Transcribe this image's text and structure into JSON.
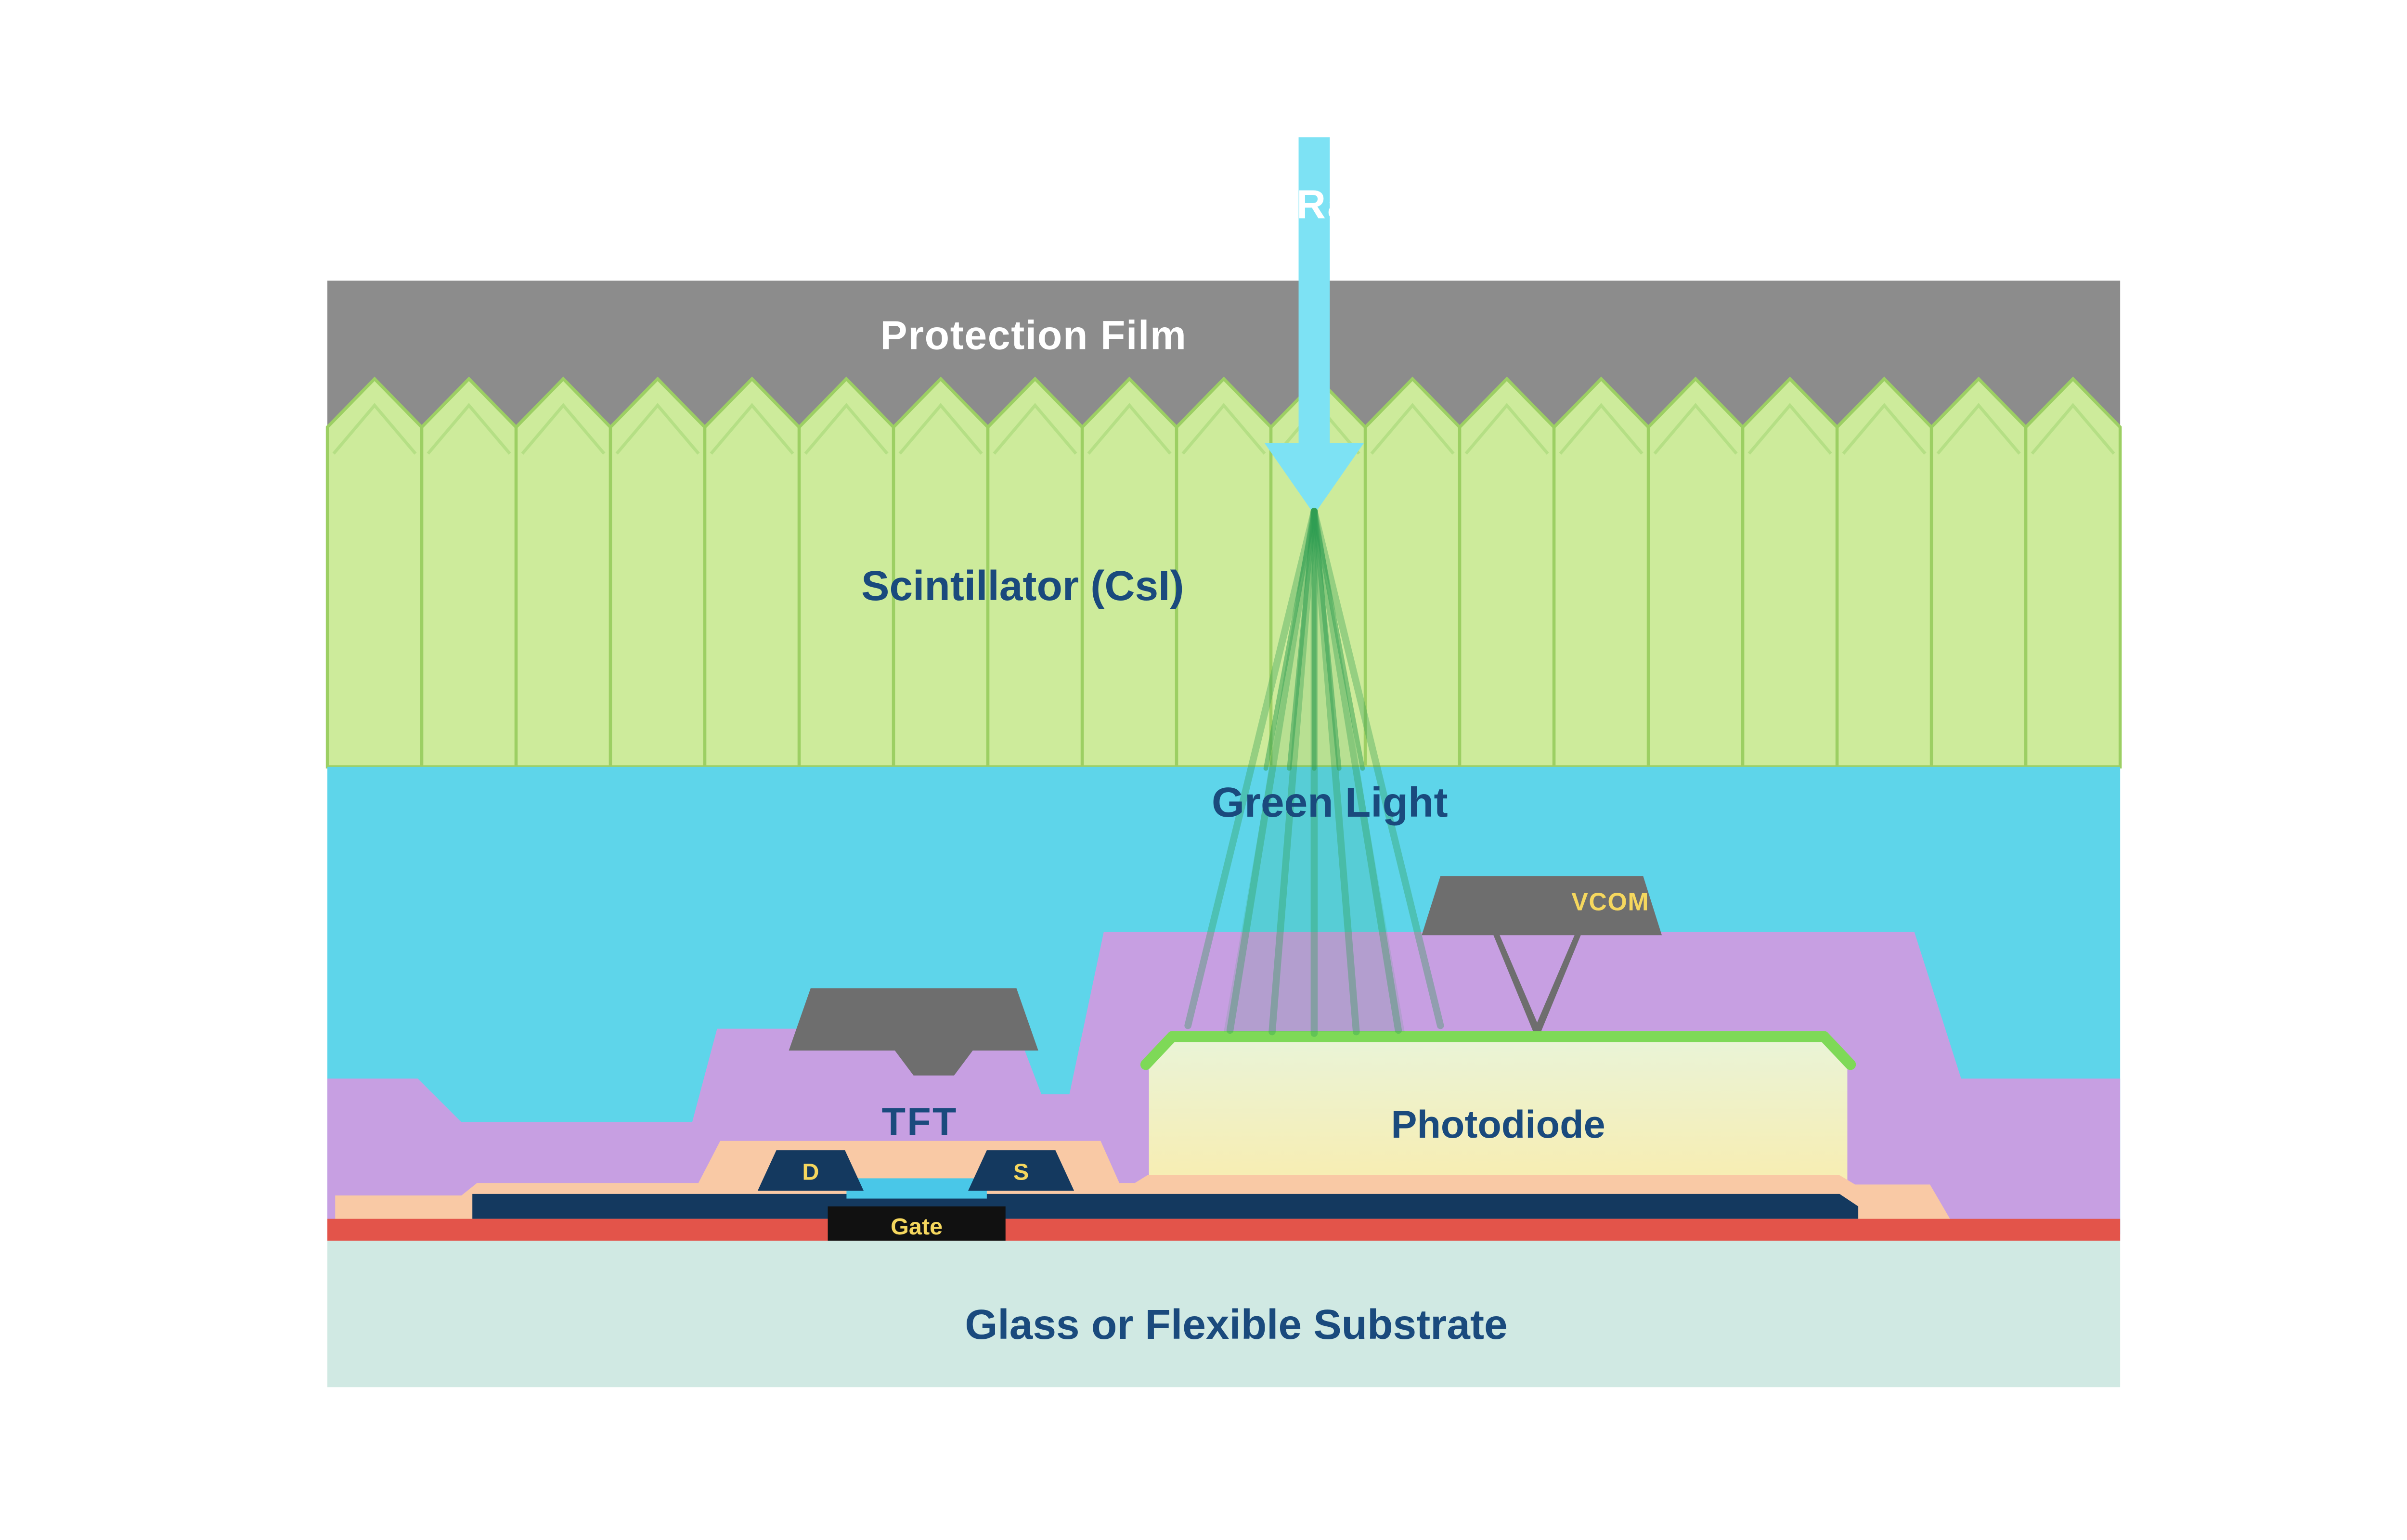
{
  "labels": {
    "xray": "X-Ray",
    "protection_film": "Protection Film",
    "scintillator": "Scintillator (CsI)",
    "green_light": "Green Light",
    "vcom": "VCOM",
    "photodiode": "Photodiode",
    "tft": "TFT",
    "drain": "D",
    "source": "S",
    "gate": "Gate",
    "substrate": "Glass or Flexible Substrate"
  },
  "scintillator": {
    "columns": 19
  },
  "colors": {
    "protection_film": "#8c8c8c",
    "scintillator_fill": "#cdeb9b",
    "scintillator_stroke": "#9ccf63",
    "scintillator_inner": "#b5df85",
    "cyan_layer": "#5ed5ea",
    "xray_arrow": "#7de2f4",
    "green_ray": "#2f9e53",
    "planarization_purple": "#c79fe2",
    "electrode_gray": "#6e6e6e",
    "photodiode_top_green": "#7ed957",
    "photodiode_fill_top": "#e9f4d8",
    "photodiode_fill_bottom": "#f8edb0",
    "salmon": "#f9c9a5",
    "navy_line": "#14395f",
    "channel_cyan": "#49c7e8",
    "gate_black": "#111111",
    "red_line": "#e3544a",
    "substrate_teal": "#d0e9e3",
    "label_navy": "#1a4a7d",
    "label_yellow": "#f5d75e",
    "label_white": "#ffffff"
  }
}
